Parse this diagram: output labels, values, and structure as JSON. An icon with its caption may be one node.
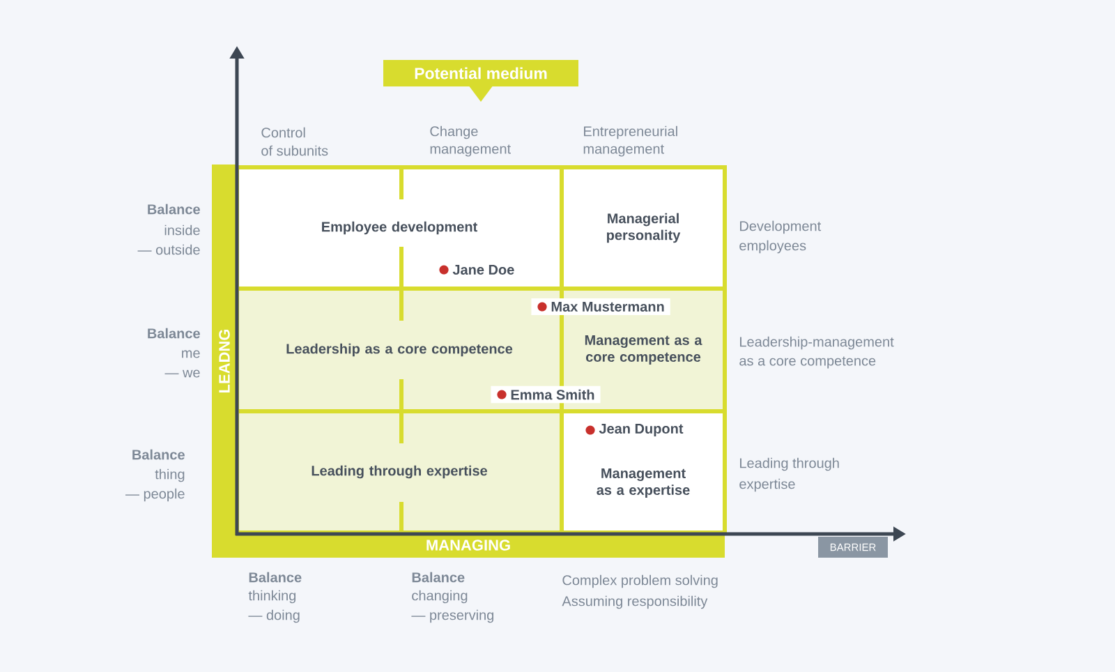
{
  "diagram": {
    "nodes": [
      {
        "text": [
          "Potential medium"
        ]
      },
      {
        "text": [
          "Employee development"
        ]
      },
      {
        "text": [
          "Managerial personality"
        ]
      },
      {
        "text": [
          "Leadership as a core competence"
        ]
      },
      {
        "text": [
          "Management as a core competence"
        ]
      },
      {
        "text": [
          "Leading through expertise"
        ]
      },
      {
        "text": [
          "Management as a expertise"
        ]
      },
      {
        "text": [
          "Jane Doe"
        ],
        "in": 1
      },
      {
        "text": [
          "Max Mustermann"
        ]
      },
      {
        "text": [
          "Emma Smith"
        ]
      },
      {
        "text": [
          "Jean Dupont"
        ],
        "in": 6
      },
      {
        "text": [
          "LEADNG"
        ]
      },
      {
        "text": [
          "MANAGING"
        ]
      },
      {
        "text": [
          "BARRIER"
        ]
      }
    ],
    "edges": [],
    "labels": [
      "Control",
      "of subunits",
      "Change",
      "management",
      "Entrepreneurial",
      "management",
      "Balance",
      "inside",
      "— outside",
      "Development",
      "employees",
      "Balance",
      "me",
      "— we",
      "Leadership-management",
      "as a core competence",
      "Balance",
      "thing",
      "— people",
      "Leading through",
      "expertise",
      "Balance",
      "thinking",
      "— doing",
      "Balance",
      "changing",
      "— preserving",
      "Complex problem solving",
      "Assuming responsibility"
    ]
  }
}
